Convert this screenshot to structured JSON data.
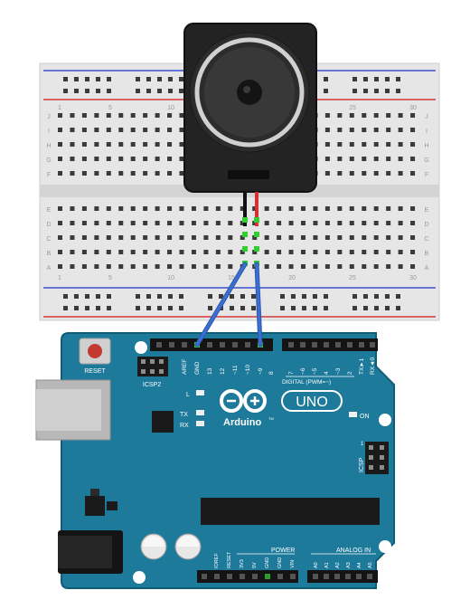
{
  "breadboard": {
    "column_numbers": [
      "1",
      "5",
      "10",
      "15",
      "20",
      "25",
      "30"
    ],
    "row_letters_top": [
      "J",
      "I",
      "H",
      "G",
      "F"
    ],
    "row_letters_bottom": [
      "E",
      "D",
      "C",
      "B",
      "A"
    ]
  },
  "board": {
    "reset_label": "RESET",
    "icsp2_label": "ICSP2",
    "icsp_label": "ICSP",
    "icsp_pin1": "1",
    "l_label": "L",
    "tx_label": "TX",
    "rx_label": "RX",
    "on_label": "ON",
    "logo_text": "Arduino",
    "logo_tm": "TM",
    "uno_label": "UNO",
    "digital_label": "DIGITAL (PWM=~)",
    "power_label": "POWER",
    "analog_label": "ANALOG IN",
    "top_header_pins": [
      "AREF",
      "GND",
      "13",
      "12",
      "~11",
      "~10",
      "~9",
      "8"
    ],
    "digital_header_pins": [
      "7",
      "~6",
      "~5",
      "4",
      "~3",
      "2",
      "TX►1",
      "RX◄0"
    ],
    "power_header_pins": [
      "IOREF",
      "RESET",
      "3V3",
      "5V",
      "GND",
      "GND",
      "VIN"
    ],
    "analog_header_pins": [
      "A0",
      "A1",
      "A2",
      "A3",
      "A4",
      "A5"
    ]
  },
  "colors": {
    "board": "#1e7a9a",
    "board_outline": "#0f5c76",
    "speaker_body": "#222222",
    "speaker_ring": "#d0d0d0",
    "breadboard": "#e4e4e4",
    "rail_red": "#d23a3a",
    "rail_blue": "#3a4fd2",
    "wire_blue": "#3b6fd4",
    "wire_red": "#d63030",
    "wire_black": "#111111",
    "highlight_green": "#33cc33"
  }
}
